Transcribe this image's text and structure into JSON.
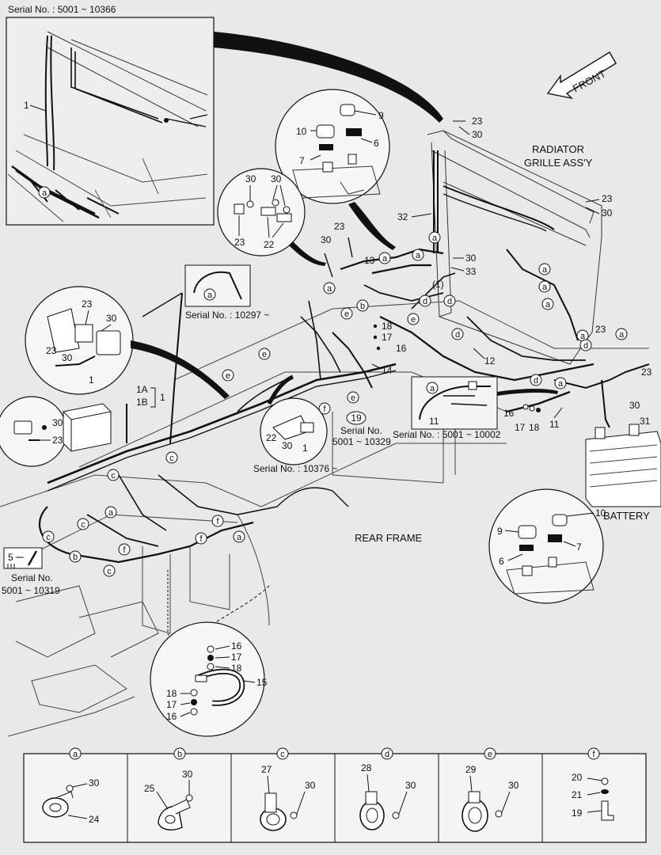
{
  "labels": {
    "serial_top": "Serial No. : 5001 ~ 10366",
    "front": "FRONT",
    "radiator_1": "RADIATOR",
    "radiator_2": "GRILLE ASS'Y",
    "serial_10297": "Serial No. : 10297 ~",
    "serial_10376": "Serial No. : 10376 ~",
    "serial_10329_a": "Serial No.",
    "serial_10329_b": "5001 ~ 10329",
    "serial_10002": "Serial No. : 5001 ~ 10002",
    "serial_10319_a": "Serial No.",
    "serial_10319_b": "5001 ~ 10319",
    "battery": "BATTERY",
    "rear_frame": "REAR FRAME",
    "one_a": "1A",
    "one_b": "1B"
  },
  "part_numbers": {
    "n1": "1",
    "n5": "5",
    "n6": "6",
    "n7": "7",
    "n9": "9",
    "n10": "10",
    "n11": "11",
    "n12": "12",
    "n13": "13",
    "n14": "14",
    "n15": "15",
    "n16": "16",
    "n17": "17",
    "n18": "18",
    "n19": "19",
    "n20": "20",
    "n21": "21",
    "n22": "22",
    "n23": "23",
    "n24": "24",
    "n25": "25",
    "n27": "27",
    "n28": "28",
    "n29": "29",
    "n30": "30",
    "n31": "31",
    "n32": "32",
    "n33": "33",
    "paren1": "(1)"
  },
  "detail_keys": [
    "a",
    "b",
    "c",
    "d",
    "e",
    "f"
  ],
  "colors": {
    "background": "#e9e9e9",
    "line": "#111111",
    "panel": "#ffffff"
  }
}
